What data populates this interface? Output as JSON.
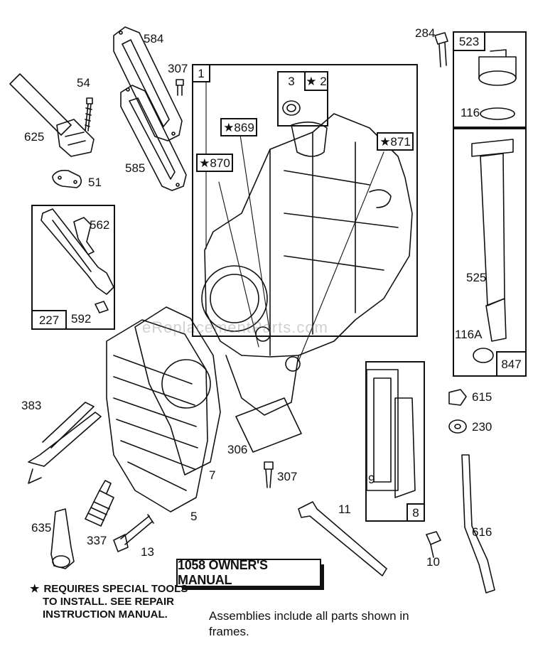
{
  "diagram": {
    "watermark": "eReplacementParts.com",
    "labels": {
      "l584": "584",
      "l307a": "307",
      "l54": "54",
      "l625": "625",
      "l51": "51",
      "l585": "585",
      "l562": "562",
      "l592": "592",
      "l284": "284",
      "l116": "116",
      "l525": "525",
      "l116a": "116A",
      "l615": "615",
      "l230": "230",
      "l383": "383",
      "l7": "7",
      "l306": "306",
      "l307b": "307",
      "l9": "9",
      "l635": "635",
      "l337": "337",
      "l13": "13",
      "l5": "5",
      "l11": "11",
      "l10": "10",
      "l616": "616"
    },
    "tags": {
      "t1": "1",
      "t3": "3",
      "t2": "★ 2",
      "t869": "★869",
      "t870": "★870",
      "t871": "★871",
      "t227": "227",
      "t523": "523",
      "t847": "847",
      "t8": "8"
    },
    "manual": "1058 OWNER'S MANUAL",
    "note_line1": "REQUIRES SPECIAL TOOLS",
    "note_line2": "TO INSTALL.  SEE REPAIR",
    "note_line3": "INSTRUCTION MANUAL.",
    "note_star": "★",
    "assemblies": "Assemblies include all parts shown in frames."
  }
}
